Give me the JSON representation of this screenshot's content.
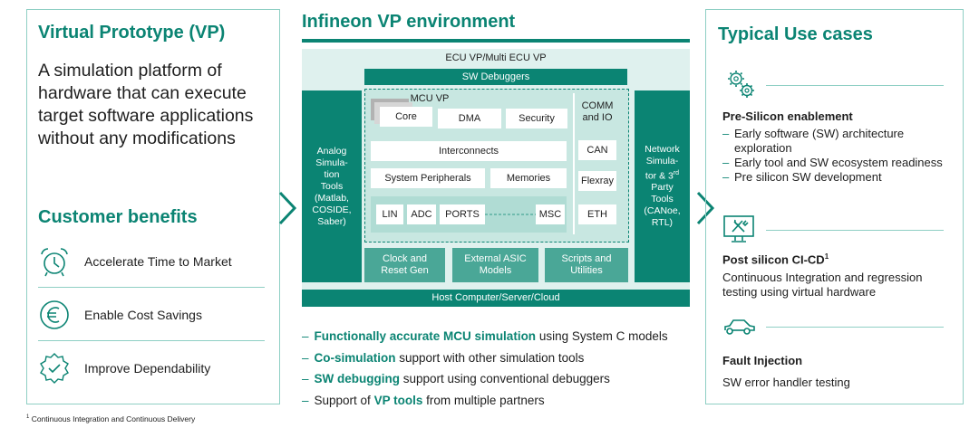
{
  "left": {
    "vp_title": "Virtual Prototype (VP)",
    "vp_description": "A simulation platform of hardware that can execute target software applications without any modifications",
    "benefits_title": "Customer benefits",
    "benefits": [
      {
        "label": "Accelerate Time to Market",
        "icon": "alarm-clock-icon"
      },
      {
        "label": "Enable Cost Savings",
        "icon": "euro-coin-icon"
      },
      {
        "label": "Improve Dependability",
        "icon": "quality-badge-icon"
      }
    ]
  },
  "middle": {
    "title": "Infineon VP environment",
    "diagram": {
      "ecu_label": "ECU VP/Multi ECU VP",
      "sw_debuggers": "SW Debuggers",
      "analog_tools": [
        "Analog",
        "Simula-",
        "tion",
        "Tools",
        "(Matlab,",
        "COSIDE,",
        "Saber)"
      ],
      "network_tools": [
        "Network",
        "Simula-",
        "tor & 3",
        "Party",
        "Tools",
        "(CANoe,",
        "RTL)"
      ],
      "network_superscript": "rd",
      "mcu_vp": "MCU VP",
      "core": "Core",
      "dma": "DMA",
      "security": "Security",
      "interconnects": "Interconnects",
      "system_peripherals": "System Peripherals",
      "memories": "Memories",
      "lin": "LIN",
      "adc": "ADC",
      "ports": "PORTS",
      "msc": "MSC",
      "comm_io": [
        "COMM",
        "and IO"
      ],
      "can": "CAN",
      "flexray": "Flexray",
      "eth": "ETH",
      "clock_reset": [
        "Clock and",
        "Reset Gen"
      ],
      "ext_asic": [
        "External ASIC",
        "Models"
      ],
      "scripts": [
        "Scripts and",
        "Utilities"
      ],
      "host": "Host Computer/Server/Cloud"
    },
    "bullets": [
      {
        "highlight": "Functionally accurate MCU simulation",
        "prefix": "",
        "rest": " using System C models"
      },
      {
        "highlight": "Co-simulation",
        "prefix": "",
        "rest": " support with other simulation tools"
      },
      {
        "highlight": "SW debugging",
        "prefix": "",
        "rest": " support using conventional debuggers"
      },
      {
        "highlight": "VP tools",
        "prefix": "Support of ",
        "rest": " from multiple partners"
      }
    ]
  },
  "right": {
    "title": "Typical Use cases",
    "use_cases": [
      {
        "icon": "gears-icon",
        "heading": "Pre-Silicon enablement",
        "bullets": [
          "Early software (SW) architecture exploration",
          "Early tool and SW ecosystem readiness",
          "Pre silicon SW development"
        ]
      },
      {
        "icon": "monitor-tools-icon",
        "heading": "Post silicon CI-CD",
        "heading_sup": "1",
        "text": "Continuous Integration and regression testing using virtual hardware"
      },
      {
        "icon": "car-icon",
        "heading": "Fault Injection",
        "text": "SW error handler testing"
      }
    ]
  },
  "footnote": {
    "mark": "1",
    "text": "Continuous Integration and Continuous Delivery"
  },
  "colors": {
    "accent": "#0b8473",
    "light": "#dff1ee",
    "mid": "#c8e7e1",
    "border": "#8fcfc4"
  }
}
